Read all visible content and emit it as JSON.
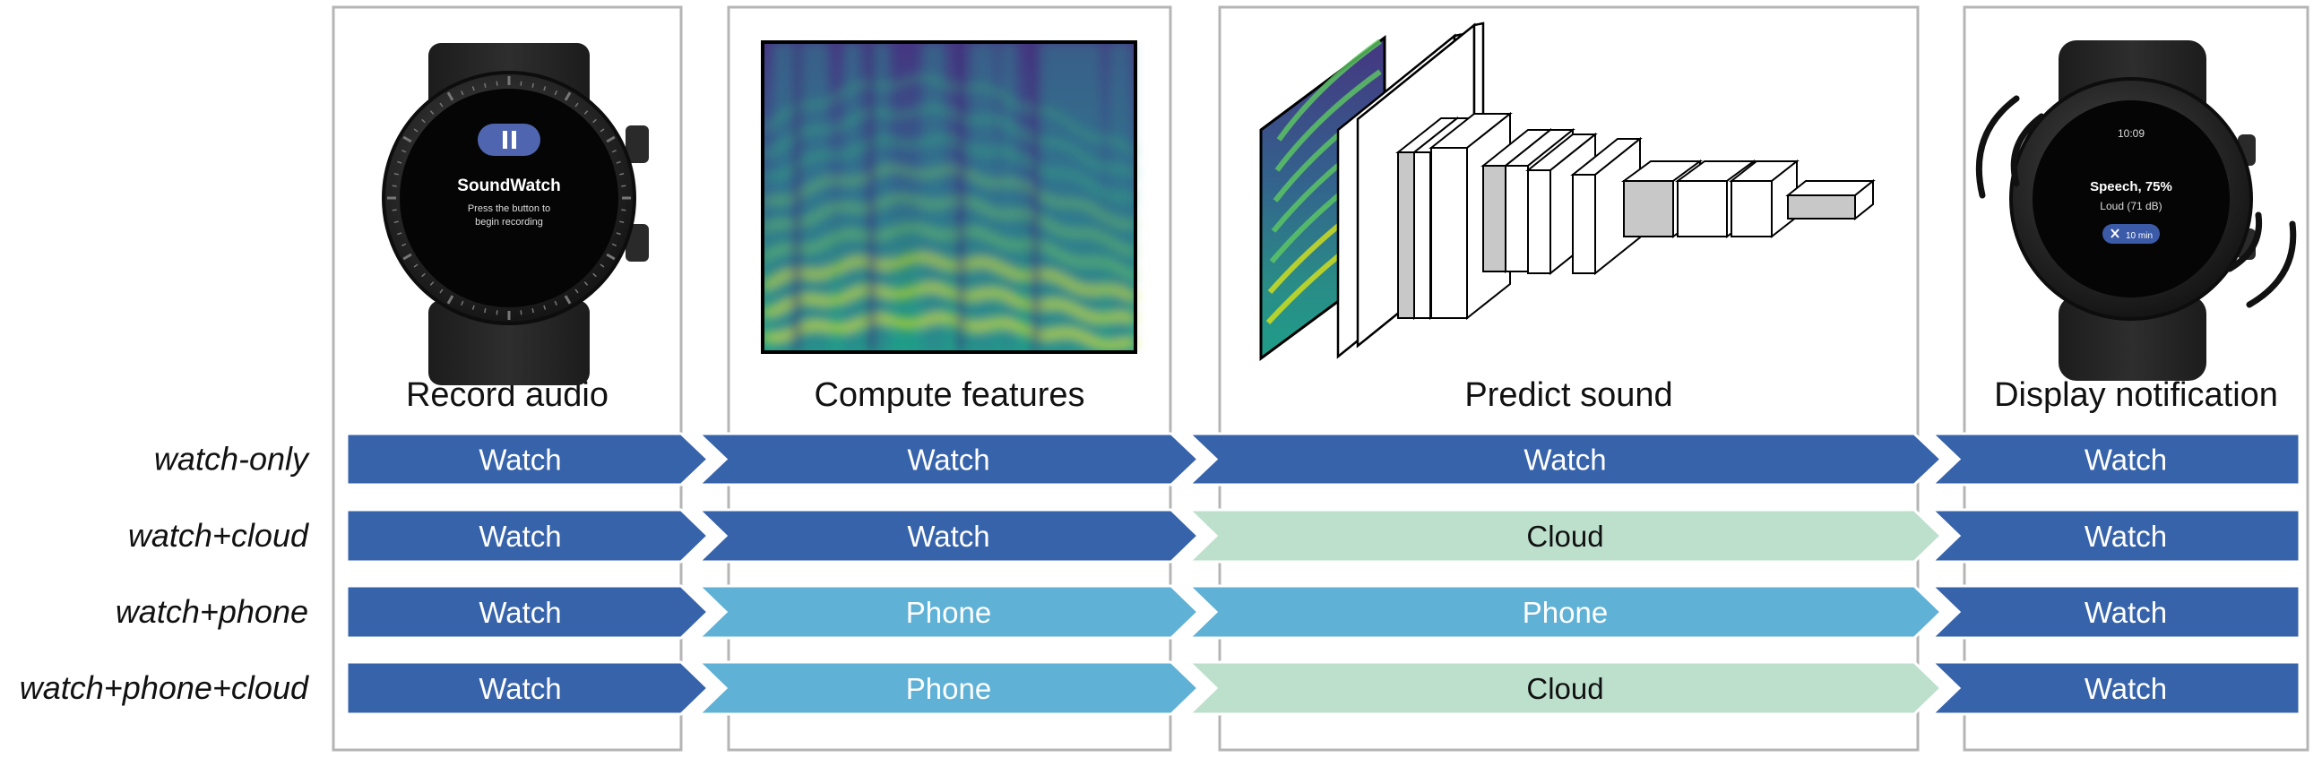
{
  "stages": [
    {
      "id": "record",
      "title": "Record audio"
    },
    {
      "id": "features",
      "title": "Compute features"
    },
    {
      "id": "predict",
      "title": "Predict sound"
    },
    {
      "id": "notify",
      "title": "Display notification"
    }
  ],
  "rows": [
    {
      "label": "watch-only",
      "cells": [
        "Watch",
        "Watch",
        "Watch",
        "Watch"
      ]
    },
    {
      "label": "watch+cloud",
      "cells": [
        "Watch",
        "Watch",
        "Cloud",
        "Watch"
      ]
    },
    {
      "label": "watch+phone",
      "cells": [
        "Watch",
        "Phone",
        "Phone",
        "Watch"
      ]
    },
    {
      "label": "watch+phone+cloud",
      "cells": [
        "Watch",
        "Phone",
        "Cloud",
        "Watch"
      ]
    }
  ],
  "colors": {
    "Watch": "#3763ab",
    "Phone": "#5fb1d6",
    "Cloud": "#bde0cd",
    "Watch_text": "#ffffff",
    "Phone_text": "#ffffff",
    "Cloud_text": "#111111",
    "panel_border": "#b5b5b5"
  },
  "watch_record": {
    "app_name": "SoundWatch",
    "instruction_line1": "Press the button to",
    "instruction_line2": "begin recording",
    "pause_icon": "pause-icon"
  },
  "watch_notify": {
    "time": "10:09",
    "sound": "Speech, 75%",
    "loudness": "Loud (71 dB)",
    "snooze": "10 min",
    "snooze_icon": "close-icon"
  }
}
